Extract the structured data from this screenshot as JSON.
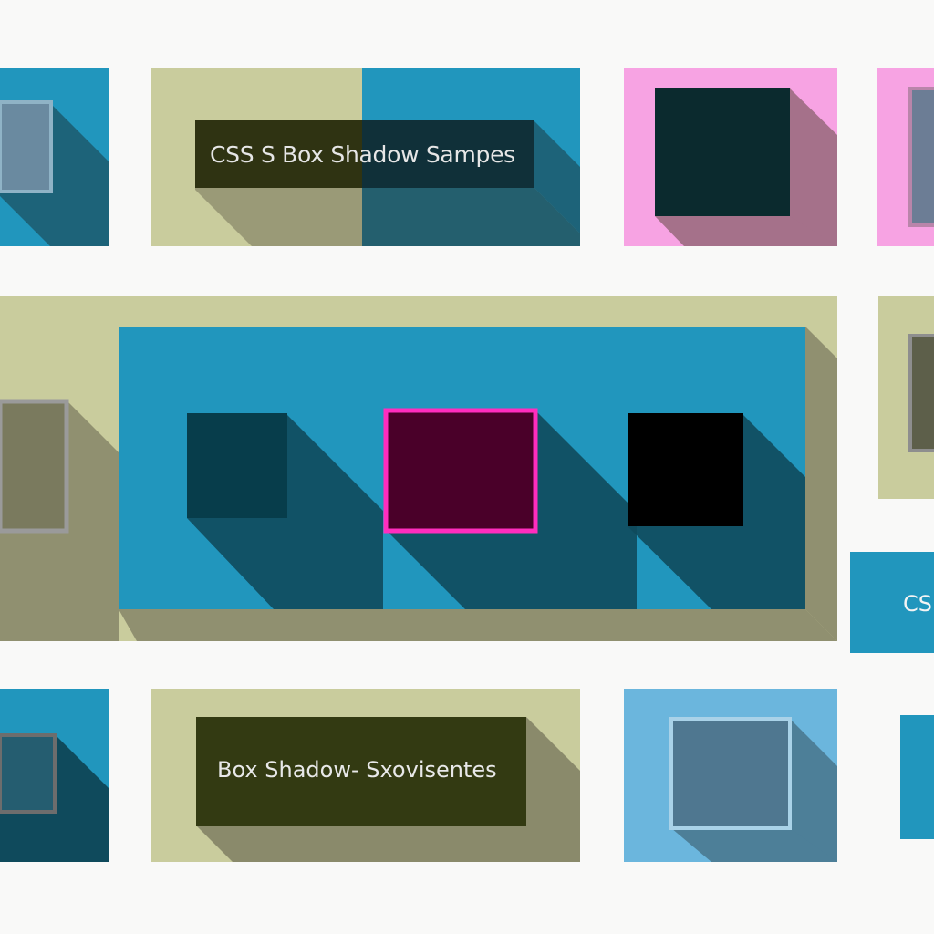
{
  "cards": {
    "top_center_label": "CSS S Box Shadow Sampes",
    "bottom_center_label": "Box Shadow- Sxovisentes",
    "right_edge_label": "CS"
  },
  "colors": {
    "background": "#f9f9f8",
    "teal": "#2196bd",
    "teal_shadow": "#1c5a6d",
    "olive": "#c9cc9d",
    "olive_shadow": "#8a8a6b",
    "pink": "#f7a3e3",
    "pink_shadow": "#a5718a",
    "magenta": "#ff2dbe",
    "dark_navy": "#0b2a2e",
    "dark_olive": "#333a12"
  },
  "icons": {
    "square_outline": "square-outline-icon",
    "square_filled": "square-filled-icon"
  }
}
